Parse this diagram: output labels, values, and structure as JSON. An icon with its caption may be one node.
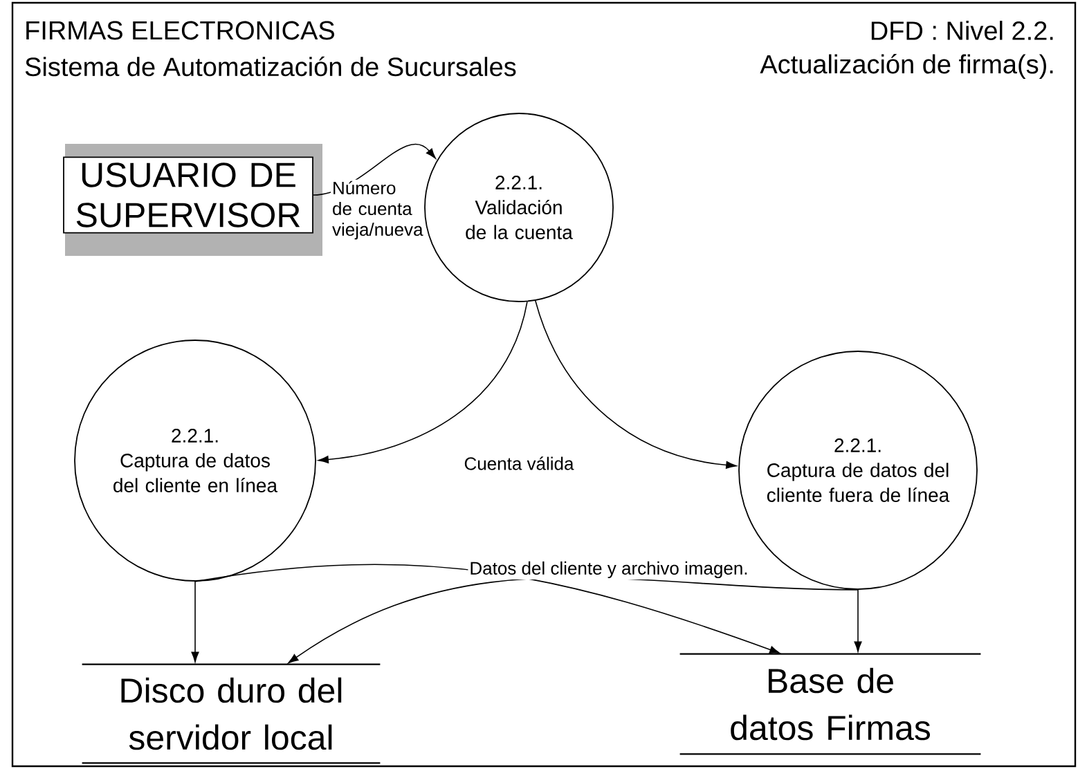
{
  "diagram": {
    "title": "FIRMAS ELECTRONICAS",
    "nodes": [
      {
        "text": [
          "USUARIO DE SUPERVISOR"
        ]
      },
      {
        "text": [
          "2.2.1.",
          "Validación de la cuenta"
        ]
      },
      {
        "text": [
          "2.2.1.",
          "Captura de datos del cliente en línea"
        ]
      },
      {
        "text": [
          "2.2.1.",
          "Captura de datos del cliente fuera de línea"
        ]
      },
      {
        "text": [
          "Disco duro del servidor local"
        ]
      },
      {
        "text": [
          "Base de datos Firmas"
        ]
      }
    ],
    "edges": [
      {
        "from": 0,
        "to": 1,
        "arrow": "to",
        "label": "Número de cuenta vieja/nueva"
      },
      {
        "from": 1,
        "to": 2,
        "arrow": "to",
        "label": "Cuenta válida"
      },
      {
        "from": 1,
        "to": 3,
        "arrow": "to"
      },
      {
        "from": 2,
        "to": 4,
        "arrow": "to"
      },
      {
        "from": 2,
        "to": 5,
        "arrow": "to",
        "label": "Datos del cliente y archivo imagen."
      },
      {
        "from": 3,
        "to": 5,
        "arrow": "to"
      },
      {
        "from": 3,
        "to": 4,
        "arrow": "to"
      }
    ],
    "labels": [
      "DFD : Nivel 2.2.",
      "Sistema de Automatización de Sucursales",
      "Actualización de firma(s)."
    ]
  }
}
